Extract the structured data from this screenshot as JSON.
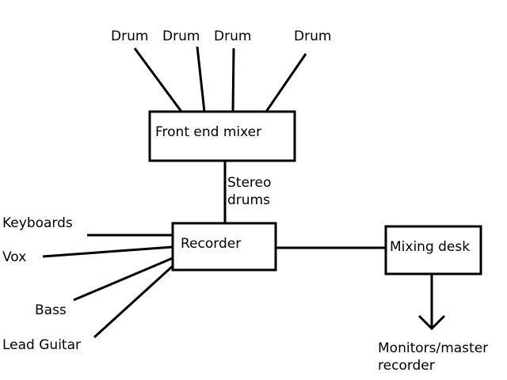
{
  "drums": [
    "Drum",
    "Drum",
    "Drum",
    "Drum"
  ],
  "front_end_mixer": "Front end mixer",
  "stereo_drums": [
    "Stereo",
    "drums"
  ],
  "recorder": "Recorder",
  "mixing_desk": "Mixing desk",
  "inputs": {
    "keyboards": "Keyboards",
    "vox": "Vox",
    "bass": "Bass",
    "lead_guitar": "Lead Guitar"
  },
  "output": [
    "Monitors/master",
    "recorder"
  ]
}
